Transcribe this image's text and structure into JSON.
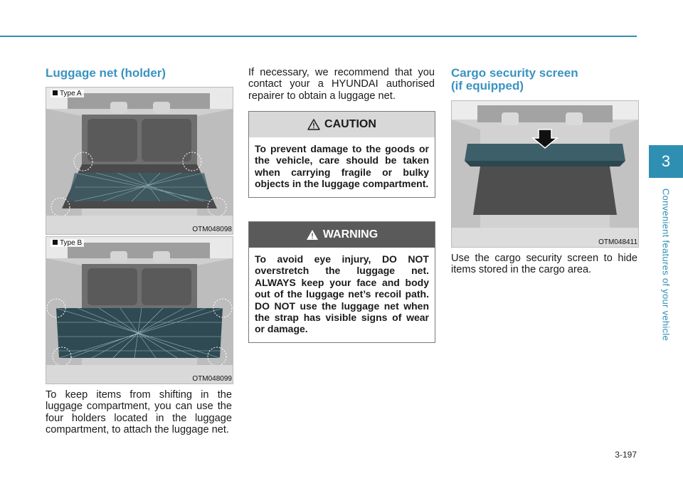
{
  "section": {
    "number": "3",
    "title": "Convenient features of your vehicle"
  },
  "page_number": "3-197",
  "luggage_net": {
    "heading": "Luggage net (holder)",
    "figures": [
      {
        "type_label": "Type A",
        "code": "OTM048098"
      },
      {
        "type_label": "Type B",
        "code": "OTM048099"
      }
    ],
    "body": "To keep items from shifting in the luggage compartment, you can use the four holders located in the luggage compartment, to attach the luggage net.",
    "recommendation": "If necessary, we recommend that you contact your a HYUNDAI authorised repairer to obtain a luggage net."
  },
  "caution": {
    "title": "CAUTION",
    "icon": "warning-triangle-icon",
    "text": "To prevent damage to the goods or the vehicle, care should be taken when carrying fragile or bulky objects in the luggage compartment."
  },
  "warning": {
    "title": "WARNING",
    "icon": "warning-triangle-icon",
    "text": "To avoid eye injury, DO NOT overstretch the luggage net. ALWAYS keep your face and body out of the luggage net’s recoil path. DO NOT use the luggage net when the strap has visible signs of wear or damage."
  },
  "cargo_screen": {
    "heading_line1": "Cargo security screen",
    "heading_line2": "(if equipped)",
    "code": "OTM048411",
    "body": "Use the cargo security screen to hide items stored in the cargo area."
  },
  "colors": {
    "accent": "#2f8fb3",
    "heading": "#3a93c2",
    "warning_bar": "#5a5a5a",
    "caution_bar": "#d8d8d8"
  }
}
